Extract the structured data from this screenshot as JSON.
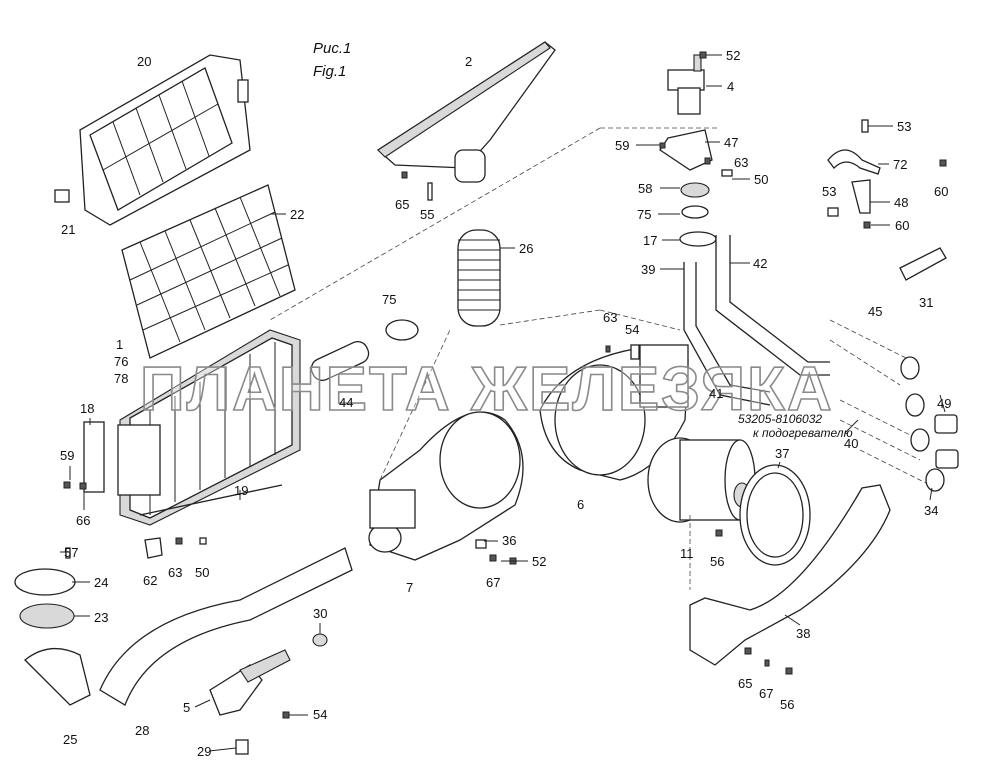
{
  "title": {
    "ru": "Рис.1",
    "en": "Fig.1"
  },
  "watermark": "ПЛАНЕТА ЖЕЛЕЗЯКА",
  "annotation": {
    "code": "53205-8106032",
    "text": "к подогревателю"
  },
  "labels": {
    "l1": "1",
    "l2": "2",
    "l4": "4",
    "l5": "5",
    "l6": "6",
    "l7": "7",
    "l11": "11",
    "l17": "17",
    "l18": "18",
    "l19": "19",
    "l20": "20",
    "l21": "21",
    "l22": "22",
    "l23": "23",
    "l24": "24",
    "l25": "25",
    "l26": "26",
    "l28": "28",
    "l29": "29",
    "l30": "30",
    "l31": "31",
    "l34": "34",
    "l36": "36",
    "l37": "37",
    "l38": "38",
    "l39": "39",
    "l40": "40",
    "l41": "41",
    "l42": "42",
    "l44": "44",
    "l45": "45",
    "l47": "47",
    "l48": "48",
    "l49": "49",
    "l50a": "50",
    "l50b": "50",
    "l52a": "52",
    "l52b": "52",
    "l53a": "53",
    "l53b": "53",
    "l54a": "54",
    "l54b": "54",
    "l55": "55",
    "l56a": "56",
    "l56b": "56",
    "l57": "57",
    "l58": "58",
    "l59a": "59",
    "l59b": "59",
    "l60a": "60",
    "l60b": "60",
    "l62": "62",
    "l63a": "63",
    "l63b": "63",
    "l63c": "63",
    "l65a": "65",
    "l65b": "65",
    "l66": "66",
    "l67a": "67",
    "l67b": "67",
    "l72": "72",
    "l75a": "75",
    "l75b": "75",
    "l76": "76",
    "l78": "78"
  }
}
